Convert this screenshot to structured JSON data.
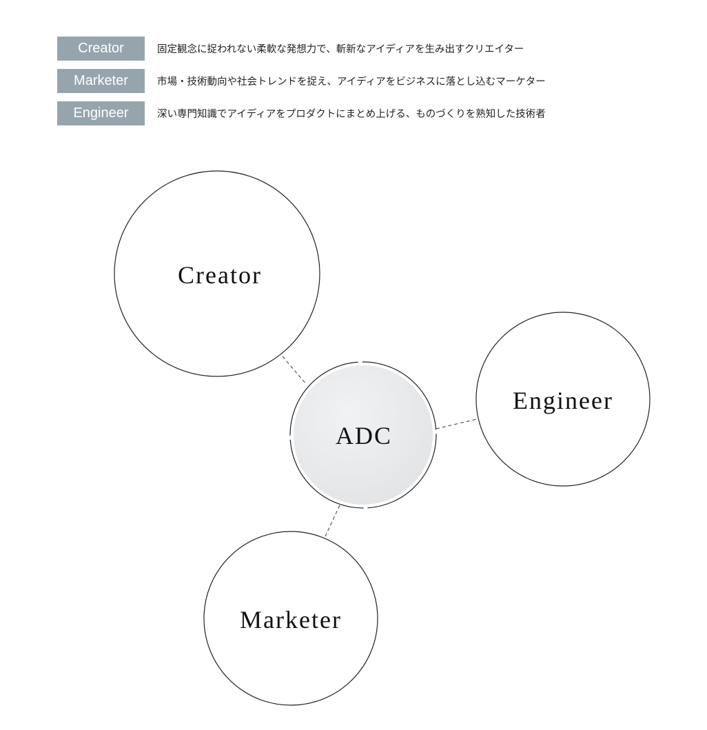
{
  "legend": [
    {
      "label": "Creator",
      "description": "固定観念に捉われない柔軟な発想力で、斬新なアイディアを生み出すクリエイター"
    },
    {
      "label": "Marketer",
      "description": "市場・技術動向や社会トレンドを捉え、アイディアをビジネスに落とし込むマーケター"
    },
    {
      "label": "Engineer",
      "description": "深い専門知識でアイディアをプロダクトにまとめ上げる、ものづくりを熟知した技術者"
    }
  ],
  "diagram": {
    "center": "ADC",
    "creator": "Creator",
    "engineer": "Engineer",
    "marketer": "Marketer"
  },
  "colors": {
    "tag": "#96a5ad",
    "center_fill": "#e6e8ea"
  }
}
